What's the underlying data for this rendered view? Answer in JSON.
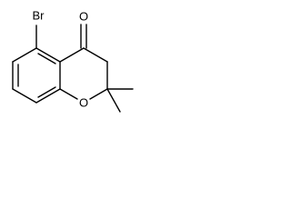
{
  "molecule": {
    "atoms": {
      "bromine": "Br",
      "carbonyl_oxygen": "O",
      "ring_oxygen": "O"
    }
  }
}
